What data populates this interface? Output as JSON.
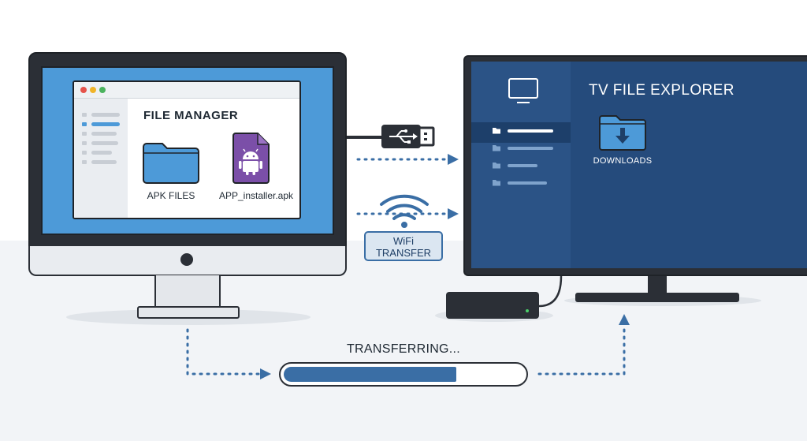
{
  "computer": {
    "file_manager": {
      "title": "FILE MANAGER",
      "files": [
        {
          "label": "APK FILES",
          "icon": "folder-icon"
        },
        {
          "label": "APP_installer.apk",
          "icon": "apk-file-icon"
        }
      ]
    }
  },
  "connections": {
    "usb": {
      "icon": "usb-icon"
    },
    "wifi": {
      "icon": "wifi-icon",
      "label_line1": "WiFi",
      "label_line2": "TRANSFER"
    }
  },
  "tv": {
    "title": "TV FILE EXPLORER",
    "folder": {
      "label": "DOWNLOADS",
      "icon": "download-folder-icon"
    }
  },
  "progress": {
    "label": "TRANSFERRING...",
    "fraction": 0.72
  },
  "colors": {
    "accent": "#3a6ea5",
    "monitor_screen": "#4d9ad8",
    "tv_screen": "#2f5a8f",
    "folder": "#4d9ad8",
    "apk": "#7b4fa8",
    "dark": "#2b2f36"
  }
}
